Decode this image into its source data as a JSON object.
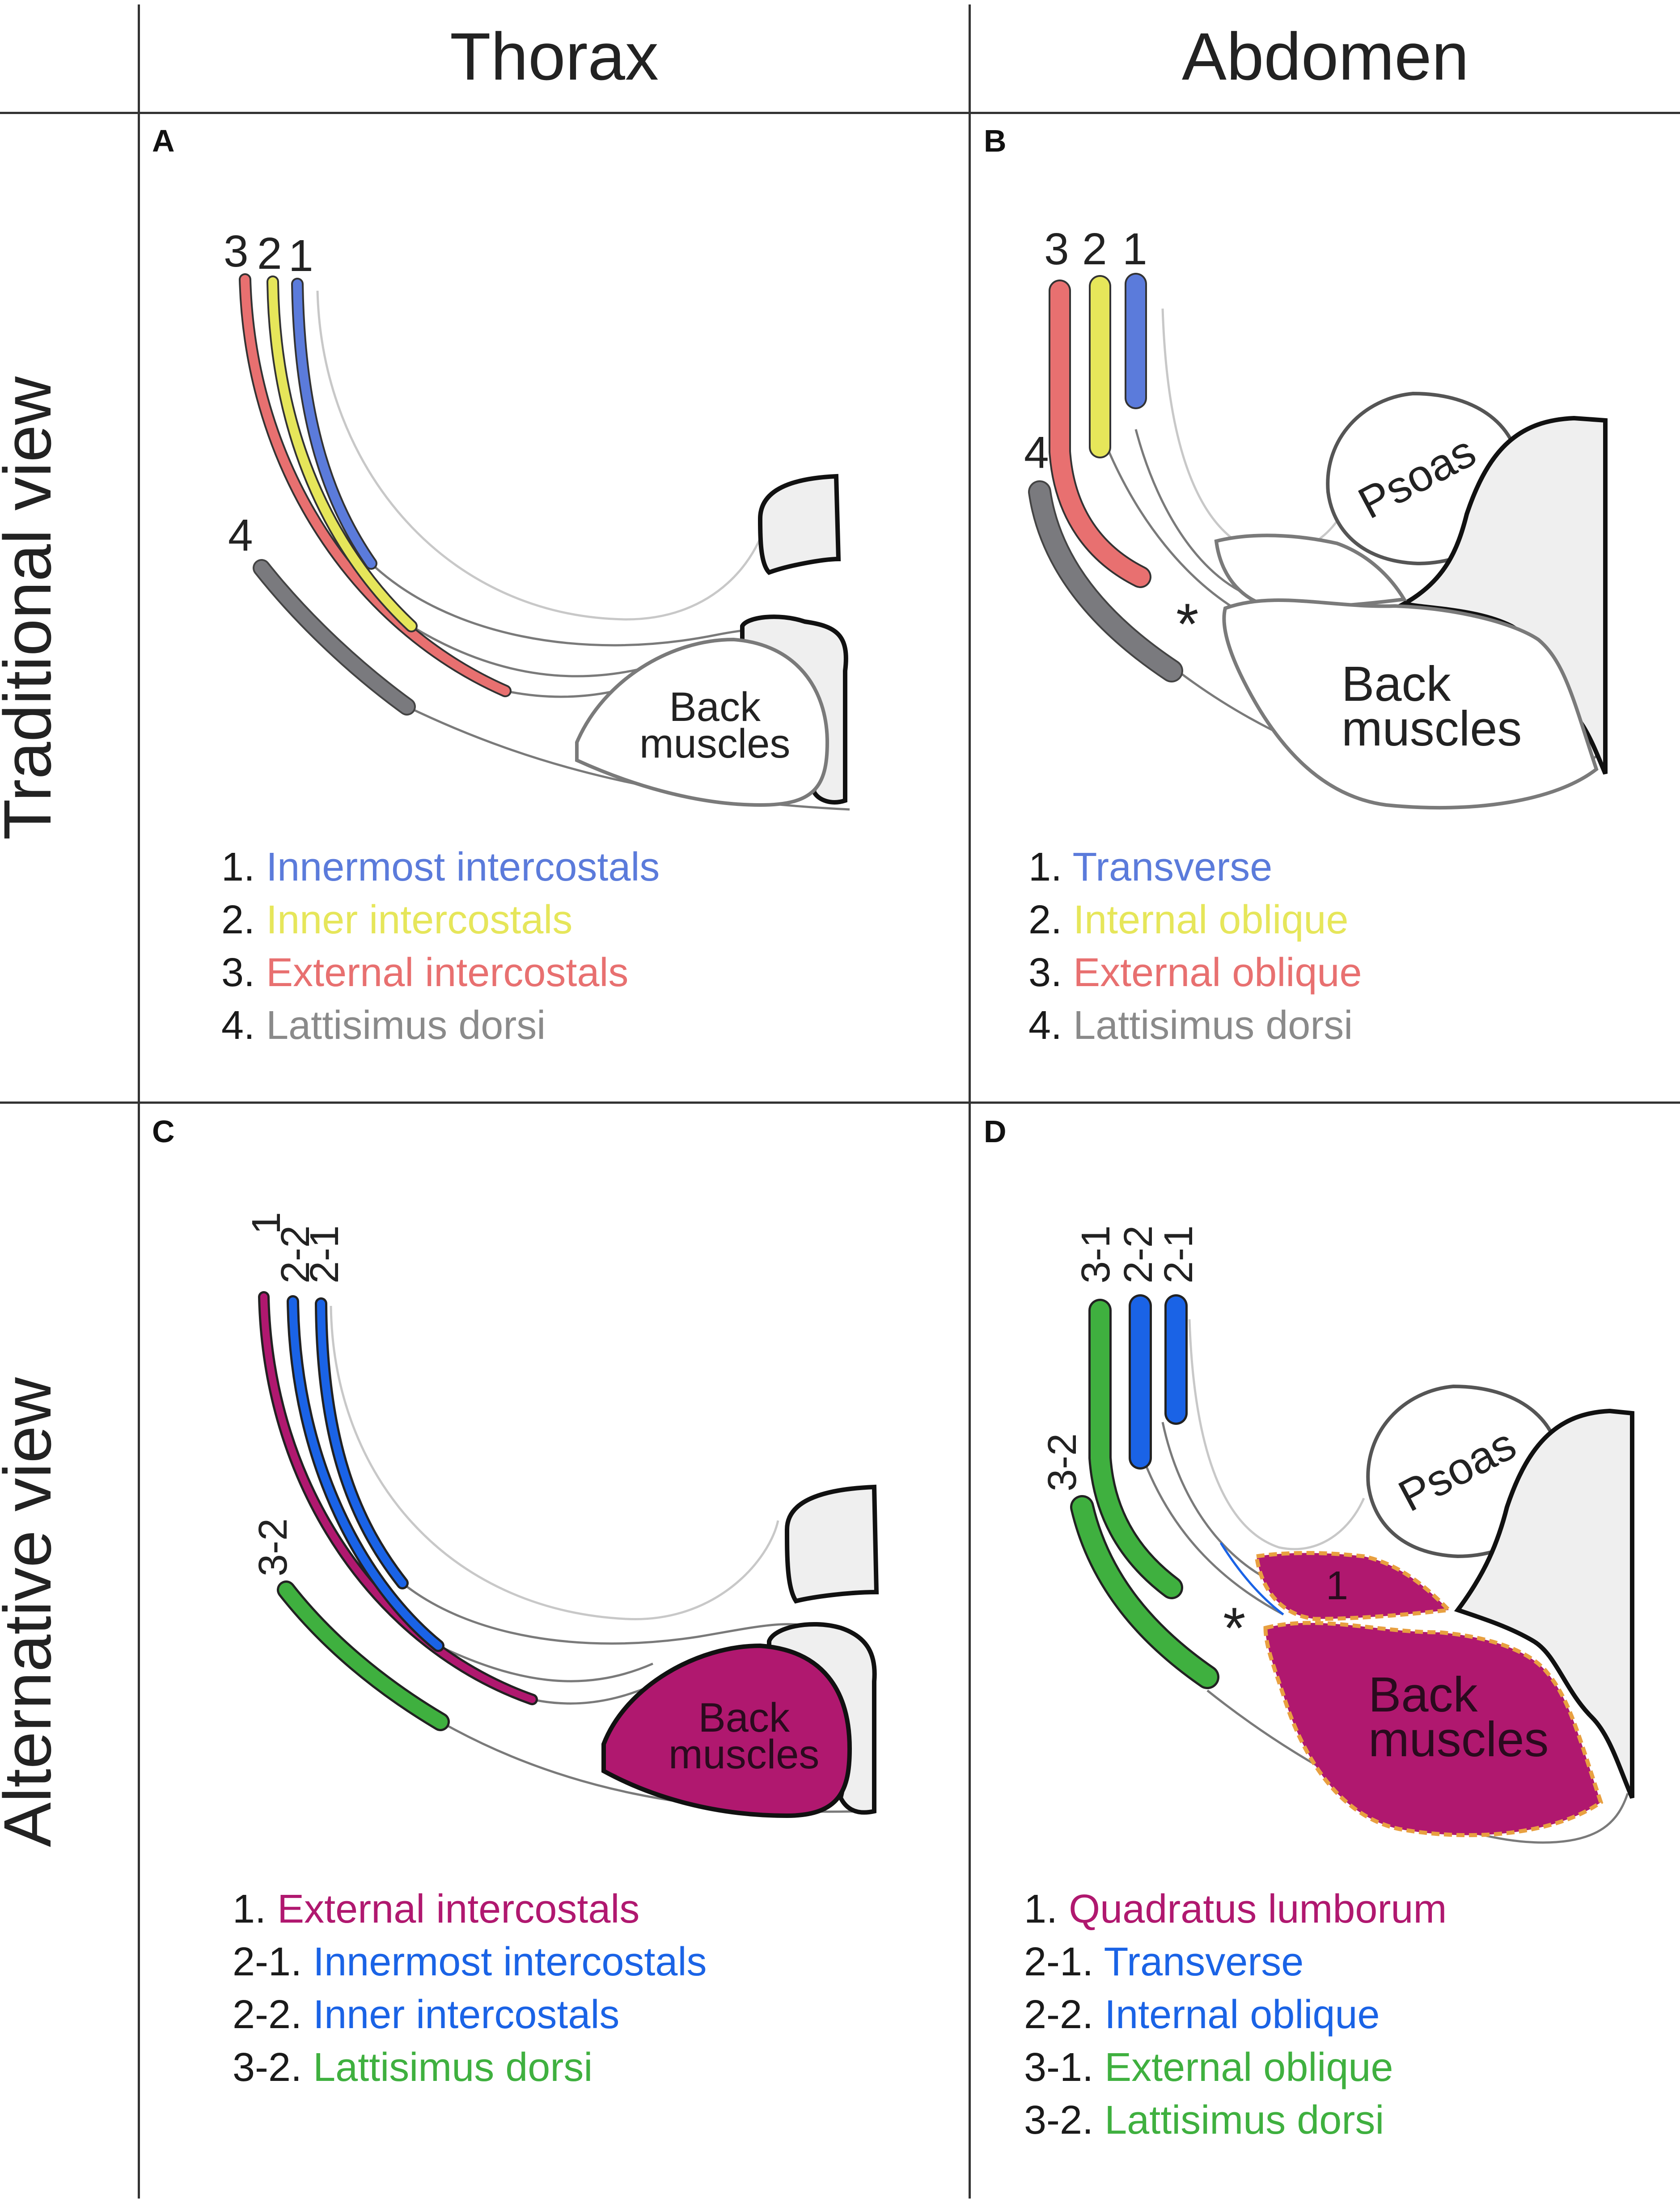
{
  "columns": {
    "thorax": "Thorax",
    "abdomen": "Abdomen"
  },
  "rows": {
    "traditional": "Traditional view",
    "alternative": "Alternative view"
  },
  "colors": {
    "blue_light": "#5b7bdb",
    "yellow": "#e6e65a",
    "salmon": "#e87070",
    "gray": "#7a7a7e",
    "blue": "#1a63e6",
    "magenta": "#b0186f",
    "green": "#3fb03f",
    "bone": "#efefef",
    "dashed_outline": "#e8a040"
  },
  "panels": {
    "A": {
      "letter": "A",
      "numbers": {
        "n3": "3",
        "n2": "2",
        "n1": "1",
        "n4": "4"
      },
      "region_label": {
        "line1": "Back",
        "line2": "muscles"
      },
      "legend": [
        {
          "num": "1.",
          "text": "Innermost intercostals",
          "color": "#5b7bdb"
        },
        {
          "num": "2.",
          "text": "Inner intercostals",
          "color": "#e6e65a"
        },
        {
          "num": "3.",
          "text": "External intercostals",
          "color": "#e87070"
        },
        {
          "num": "4.",
          "text": "Lattisimus dorsi",
          "color": "#8a8a8a"
        }
      ]
    },
    "B": {
      "letter": "B",
      "numbers": {
        "n3": "3",
        "n2": "2",
        "n1": "1",
        "n4": "4"
      },
      "asterisk": "*",
      "psoas": "Psoas",
      "region_label": {
        "line1": "Back",
        "line2": "muscles"
      },
      "legend": [
        {
          "num": "1.",
          "text": "Transverse",
          "color": "#5b7bdb"
        },
        {
          "num": "2.",
          "text": "Internal oblique",
          "color": "#e6e65a"
        },
        {
          "num": "3.",
          "text": "External oblique",
          "color": "#e87070"
        },
        {
          "num": "4.",
          "text": "Lattisimus dorsi",
          "color": "#8a8a8a"
        }
      ]
    },
    "C": {
      "letter": "C",
      "numbers": {
        "n1": "1",
        "n22": "2-2",
        "n21": "2-1",
        "n32": "3-2"
      },
      "region_label": {
        "line1": "Back",
        "line2": "muscles"
      },
      "legend": [
        {
          "num": "1.",
          "text": "External intercostals",
          "color": "#b0186f"
        },
        {
          "num": "2-1.",
          "text": "Innermost intercostals",
          "color": "#1a63e6"
        },
        {
          "num": "2-2.",
          "text": "Inner intercostals",
          "color": "#1a63e6"
        },
        {
          "num": "3-2.",
          "text": "Lattisimus dorsi",
          "color": "#3fb03f"
        }
      ]
    },
    "D": {
      "letter": "D",
      "numbers": {
        "n31": "3-1",
        "n22": "2-2",
        "n21": "2-1",
        "n32": "3-2",
        "ql": "1"
      },
      "asterisk": "*",
      "psoas": "Psoas",
      "region_label": {
        "line1": "Back",
        "line2": "muscles"
      },
      "legend": [
        {
          "num": "1.",
          "text": "Quadratus lumborum",
          "color": "#b0186f"
        },
        {
          "num": "2-1.",
          "text": "Transverse",
          "color": "#1a63e6"
        },
        {
          "num": "2-2.",
          "text": "Internal oblique",
          "color": "#1a63e6"
        },
        {
          "num": "3-1.",
          "text": "External oblique",
          "color": "#3fb03f"
        },
        {
          "num": "3-2.",
          "text": "Lattisimus dorsi",
          "color": "#3fb03f"
        }
      ]
    }
  }
}
